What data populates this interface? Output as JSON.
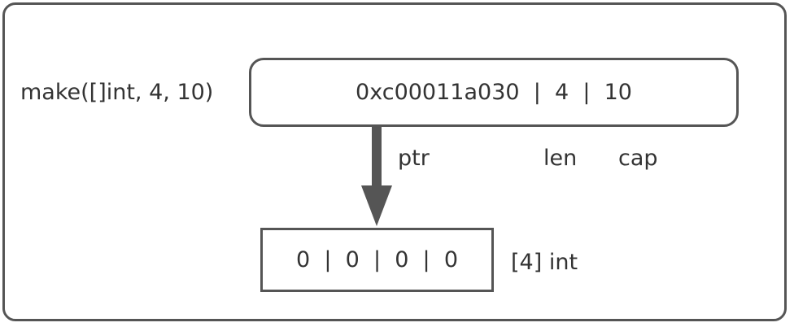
{
  "call_text": "make([]int, 4, 10)",
  "slice_header": {
    "text": "0xc00011a030  |  4  |  10"
  },
  "fields": {
    "ptr": "ptr",
    "len": "len",
    "cap": "cap"
  },
  "array": {
    "text": "0  |  0  |  0  |  0",
    "type": "[4] int"
  },
  "colors": {
    "stroke": "#555555",
    "text": "#333333",
    "background": "#ffffff"
  }
}
